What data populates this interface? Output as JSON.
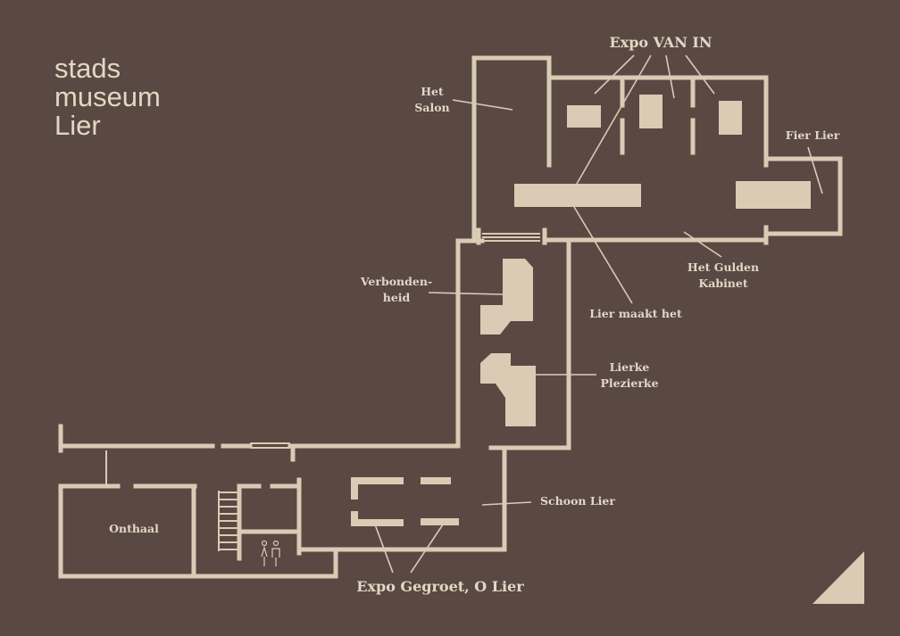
{
  "logo": {
    "line1": "stads",
    "line2": "museum",
    "line3": "Lier"
  },
  "rooms": {
    "expo_van_in": "Expo VAN IN",
    "het_salon_1": "Het",
    "het_salon_2": "Salon",
    "fier_lier": "Fier Lier",
    "gulden_1": "Het Gulden",
    "gulden_2": "Kabinet",
    "lier_maakt": "Lier maakt het",
    "verbonden_1": "Verbonden-",
    "verbonden_2": "heid",
    "lierke_1": "Lierke",
    "lierke_2": "Plezierke",
    "schoon_lier": "Schoon Lier",
    "onthaal": "Onthaal",
    "expo_gegroet": "Expo Gegroet, O Lier"
  },
  "colors": {
    "background": "#5a4843",
    "lines": "#d9cbb4"
  }
}
